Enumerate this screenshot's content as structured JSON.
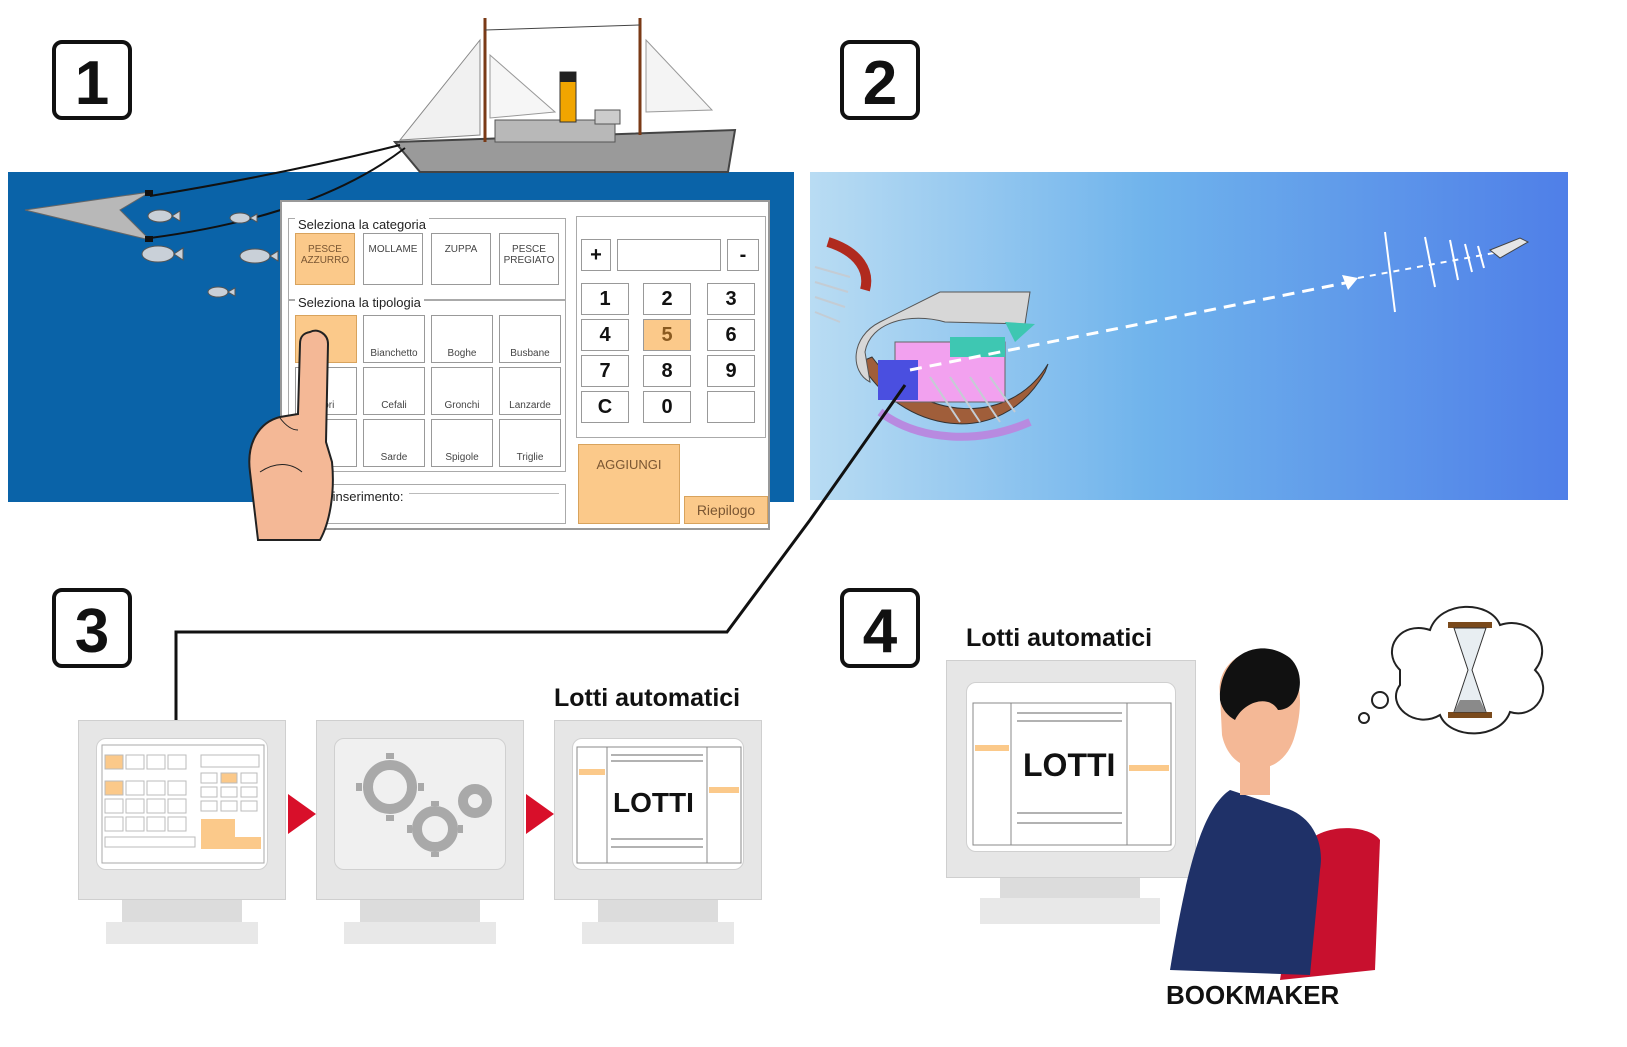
{
  "steps": {
    "s1": "1",
    "s2": "2",
    "s3": "3",
    "s4": "4"
  },
  "category": {
    "title": "Seleziona la categoria",
    "items": [
      {
        "line1": "PESCE",
        "line2": "AZZURRO",
        "selected": true
      },
      {
        "line1": "MOLLAME",
        "line2": "",
        "selected": false
      },
      {
        "line1": "ZUPPA",
        "line2": "",
        "selected": false
      },
      {
        "line1": "PESCE",
        "line2": "PREGIATO",
        "selected": false
      }
    ]
  },
  "typology": {
    "title": "Seleziona la tipologia",
    "items": [
      "",
      "Bianchetto",
      "Boghe",
      "Busbane",
      "pori",
      "Cefali",
      "Gronchi",
      "Lanzarde",
      "",
      "Sarde",
      "Spigole",
      "Triglie"
    ]
  },
  "numpad": {
    "plus": "+",
    "minus": "-",
    "keys": [
      "1",
      "2",
      "3",
      "4",
      "5",
      "6",
      "7",
      "8",
      "9",
      "C",
      "0",
      ""
    ],
    "selected_key": "5"
  },
  "actions": {
    "add": "AGGIUNGI",
    "summary": "Riepilogo"
  },
  "last_entry_label": "mo inserimento:",
  "lotti_caption_3": "Lotti automatici",
  "lotti_caption_4": "Lotti automatici",
  "lotti_screen_word": "LOTTI",
  "bookmaker_label": "BOOKMAKER",
  "colors": {
    "sea": "#0a63a8",
    "selected": "#fbc98a",
    "arrow": "#d80f2a",
    "shirt": "#1f3168",
    "chair": "#c8102e"
  }
}
